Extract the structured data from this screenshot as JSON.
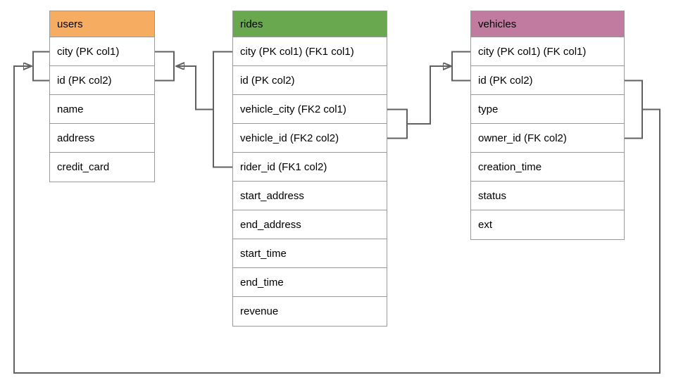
{
  "diagram": {
    "tables": {
      "users": {
        "title": "users",
        "header_color": "#F6AD62",
        "rows": [
          "city (PK col1)",
          "id (PK col2)",
          "name",
          "address",
          "credit_card"
        ]
      },
      "rides": {
        "title": "rides",
        "header_color": "#6AA84F",
        "rows": [
          "city (PK col1) (FK1 col1)",
          "id (PK col2)",
          "vehicle_city (FK2 col1)",
          "vehicle_id (FK2 col2)",
          "rider_id (FK1 col2)",
          "start_address",
          "end_address",
          "start_time",
          "end_time",
          "revenue"
        ]
      },
      "vehicles": {
        "title": "vehicles",
        "header_color": "#C27BA0",
        "rows": [
          "city (PK col1) (FK col1)",
          "id (PK col2)",
          "type",
          "owner_id (FK col2)",
          "creation_time",
          "status",
          "ext"
        ]
      }
    },
    "relationships": [
      {
        "name": "rides-to-users",
        "from": "rides.city (FK1 col1), rides.rider_id (FK1 col2)",
        "to": "users.city (PK col1), users.id (PK col2)"
      },
      {
        "name": "rides-to-vehicles",
        "from": "rides.vehicle_city (FK2 col1), rides.vehicle_id (FK2 col2)",
        "to": "vehicles.city (PK col1), vehicles.id (PK col2)"
      },
      {
        "name": "vehicles-to-users",
        "from": "vehicles.id (PK col2), vehicles.owner_id (FK col2)",
        "to": "users.city (PK col1), users.id (PK col2)"
      }
    ],
    "colors": {
      "connector": "#616161",
      "table_border": "#999999",
      "text": "#000000",
      "background": "#FFFFFF"
    }
  }
}
